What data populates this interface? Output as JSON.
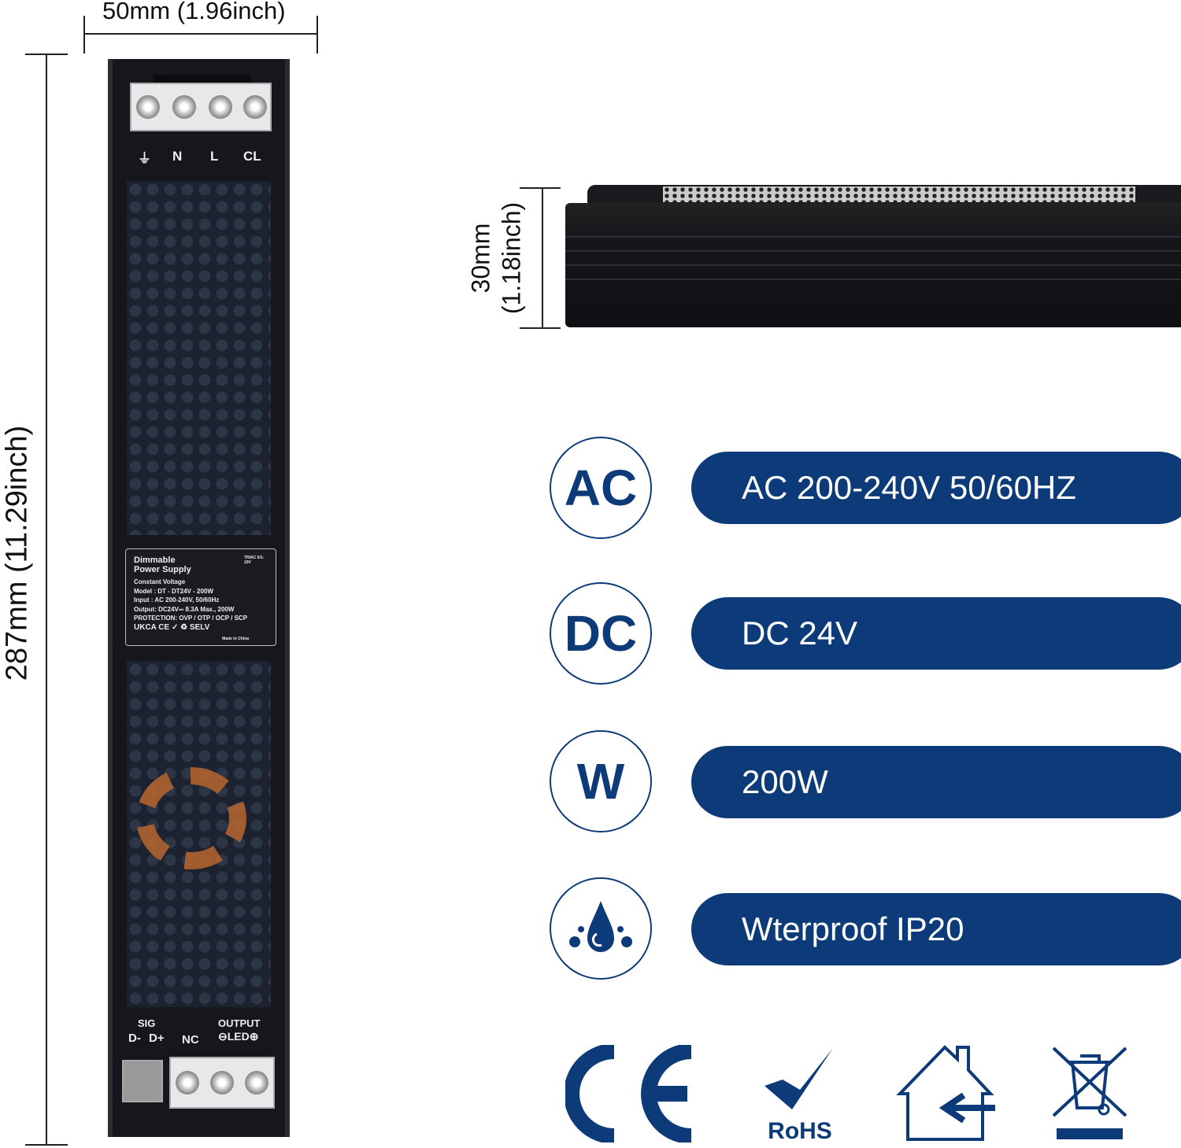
{
  "dimensions": {
    "width_label": "50mm (1.96inch)",
    "length_label": "287mm (11.29inch)",
    "height_label_line1": "30mm",
    "height_label_line2": "(1.18inch)"
  },
  "device": {
    "input_terminals": [
      "⏚",
      "N",
      "L",
      "CL"
    ],
    "nameplate": {
      "title_line1": "Dimmable",
      "title_line2": "Power Supply",
      "dim_badge": "TRIAC 0/1-10V",
      "subtitle": "Constant Voltage",
      "model": "Model : DT - DT24V - 200W",
      "input": "Input   : AC 200-240V, 50/60Hz",
      "output": "Output: DC24V⎓ 8.3A Max., 200W",
      "protection": "PROTECTION: OVP / OTP / OCP / SCP",
      "marks": "UKCA CE ✓ ♻ SELV",
      "origin": "Made in China"
    },
    "output_labels": {
      "sig": "SIG",
      "dminus": "D-",
      "dplus": "D+",
      "nc": "NC",
      "output": "OUTPUT",
      "led": "⊖LED⊕"
    }
  },
  "specs": [
    {
      "icon": "AC",
      "label": "AC 200-240V 50/60HZ"
    },
    {
      "icon": "DC",
      "label": "DC 24V"
    },
    {
      "icon": "W",
      "label": "200W"
    },
    {
      "icon": "water-drop-icon",
      "label": "Wterproof IP20"
    }
  ],
  "certifications": {
    "ce": "CE",
    "rohs": "RoHS",
    "indoor": "indoor-use-icon",
    "weee": "weee-bin-icon"
  },
  "colors": {
    "brand": "#0d3a78",
    "device": "#15171c"
  }
}
